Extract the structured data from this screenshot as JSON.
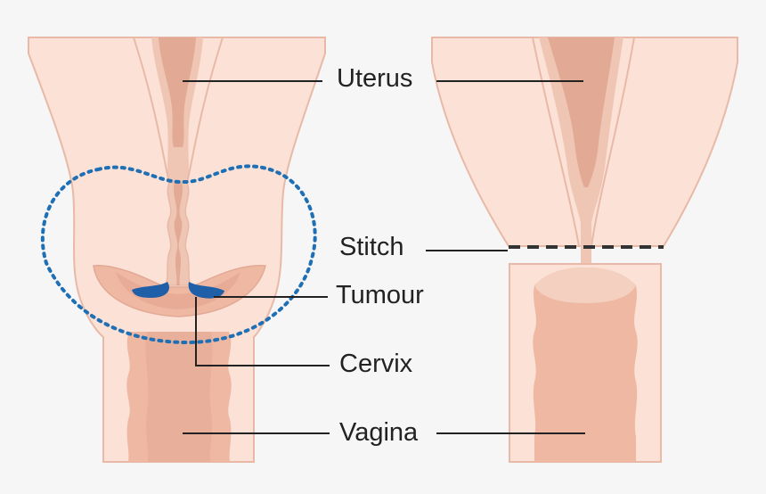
{
  "labels": {
    "uterus": "Uterus",
    "stitch": "Stitch",
    "tumour": "Tumour",
    "cervix": "Cervix",
    "vagina": "Vagina"
  },
  "colors": {
    "background": "#f6f6f6",
    "tissue_light": "#fbe1d6",
    "tissue_outline": "#e9b9a7",
    "tissue_mid": "#efc5b3",
    "tissue_dark": "#e2a995",
    "canal_inner": "#f6d9c8",
    "tumour": "#1f5fa8",
    "removal_outline": "#1f6fb5",
    "stitch_line": "#333333",
    "leader_line": "#222222"
  },
  "icons": {
    "removal_area": "dotted-outline",
    "stitch": "dashed-line"
  }
}
